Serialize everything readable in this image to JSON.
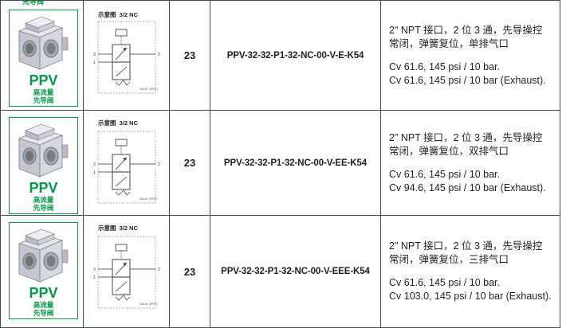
{
  "top_partial_text": "先导阀",
  "brand": {
    "name": "PPV",
    "line1": "高流量",
    "line2": "先导阀",
    "color": "#009a44"
  },
  "diagram": {
    "title_cn": "示意图",
    "title_type": "3/2 NC",
    "port_in": "1",
    "port_exh": "3",
    "port_out": "2",
    "caption": "VALVE (3PST)"
  },
  "rows": [
    {
      "size": "23",
      "part_number": "PPV-32-32-P1-32-NC-00-V-E-K54",
      "desc_line1": "2\" NPT 接口，2 位 3 通，先导操控",
      "desc_line2": "常闭，弹簧复位，单排气口",
      "cv_line1": "Cv 61.6, 145 psi / 10 bar.",
      "cv_line2": "Cv 61.6, 145 psi / 10 bar (Exhaust)."
    },
    {
      "size": "23",
      "part_number": "PPV-32-32-P1-32-NC-00-V-EE-K54",
      "desc_line1": "2\" NPT 接口，2 位 3 通，先导操控",
      "desc_line2": "常闭，弹簧复位，双排气口",
      "cv_line1": "Cv 61.6, 145 psi / 10 bar.",
      "cv_line2": "Cv 94.6, 145 psi / 10 bar (Exhaust)."
    },
    {
      "size": "23",
      "part_number": "PPV-32-32-P1-32-NC-00-V-EEE-K54",
      "desc_line1": "2\" NPT 接口，2 位 3 通，先导操控",
      "desc_line2": "常闭，弹簧复位，三排气口",
      "cv_line1": "Cv 61.6, 145 psi / 10 bar.",
      "cv_line2": "Cv 103.0, 145 psi / 10 bar (Exhaust)."
    }
  ]
}
